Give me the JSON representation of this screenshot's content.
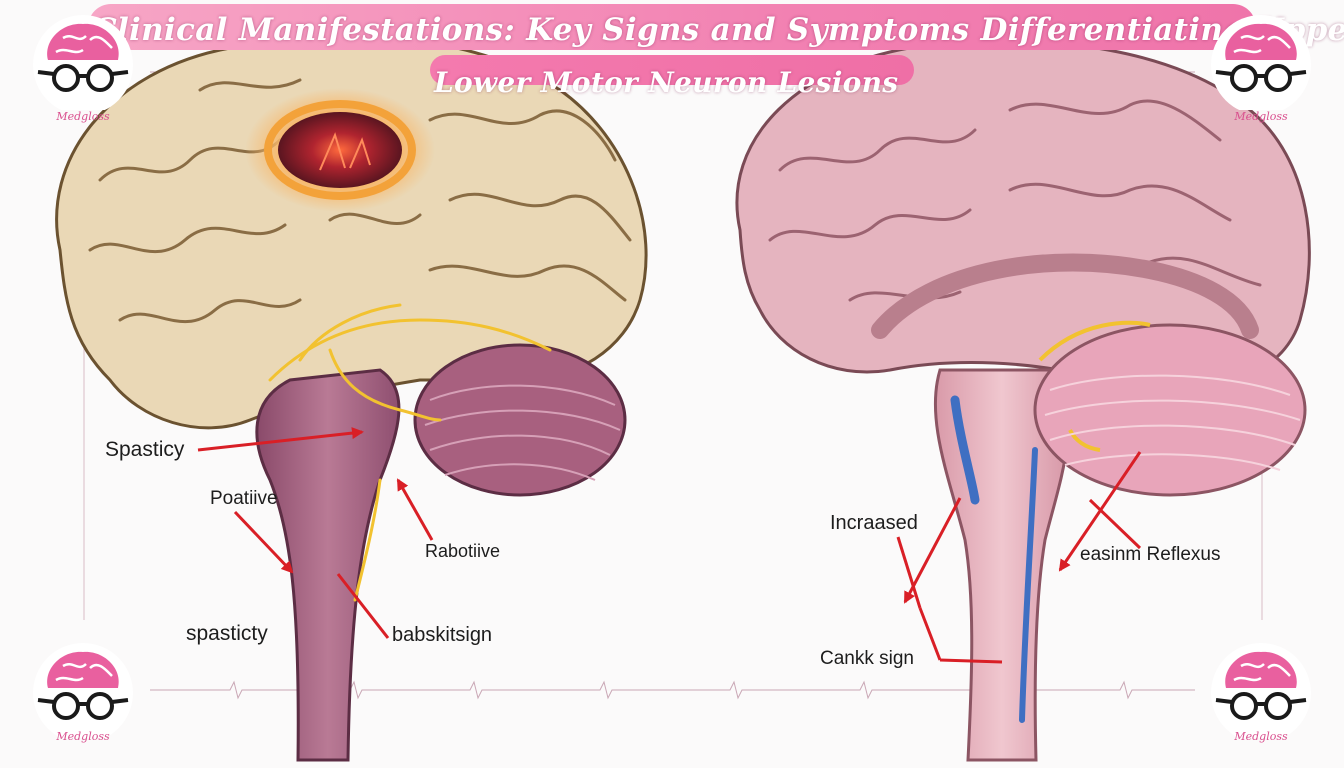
{
  "title": {
    "line1": "Clinical Manifestations: Key Signs and Symptoms Differentiating Upper",
    "line2": "Lower Motor Neuron Lesions"
  },
  "logos": {
    "brand": "Medgloss",
    "icon": "brain-glasses-icon"
  },
  "labels": {
    "spasticy": "Spasticy",
    "poatiive": "Poatiive",
    "rabotiive": "Rabotiive",
    "spasticty": "spasticty",
    "babskit_sign": "babskitsign",
    "incraased": "Incraased",
    "easinm_reflexus": "easinm Reflexus",
    "cankk_sign": "Cankk sign"
  },
  "colors": {
    "title_pink": "#f281b2",
    "arrow_red": "#d91f26",
    "brain_beige": "#ead8b6",
    "brain_pink": "#e5b4bf",
    "lesion_orange": "#f3a23a",
    "brainstem_purple": "#a8607f",
    "logo_pink": "#e9609f"
  }
}
